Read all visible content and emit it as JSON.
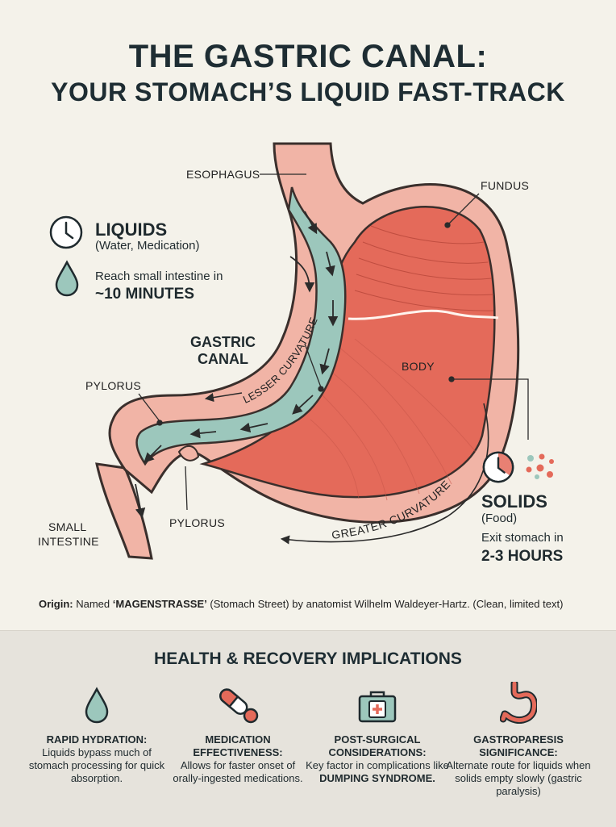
{
  "header": {
    "title_line1": "THE GASTRIC CANAL:",
    "title_line2": "YOUR STOMACH’S LIQUID FAST-TRACK"
  },
  "diagram": {
    "labels": {
      "esophagus": "ESOPHAGUS",
      "fundus": "FUNDUS",
      "body": "BODY",
      "pylorus_upper": "PYLORUS",
      "pylorus_lower": "PYLORUS",
      "small_intestine_line1": "SMALL",
      "small_intestine_line2": "INTESTINE",
      "gastric_canal_line1": "GASTRIC",
      "gastric_canal_line2": "CANAL",
      "lesser_curvature": "LESSER CURVATURE",
      "greater_curvature": "GREATER CURVATURE"
    },
    "colors": {
      "liquid_canal": "#9cc7bc",
      "stomach_body": "#e46a5a",
      "stomach_wall": "#f1b4a6",
      "outline": "#3a2f2c"
    }
  },
  "liquids": {
    "title": "LIQUIDS",
    "subtitle": "(Water, Medication)",
    "reach": "Reach small intestine in",
    "time": "~10 MINUTES",
    "icons": [
      "clock-icon",
      "water-drop-icon"
    ]
  },
  "solids": {
    "title": "SOLIDS",
    "subtitle": "(Food)",
    "exit": "Exit stomach in",
    "time": "2-3 HOURS",
    "icons": [
      "clock-icon",
      "food-particles-icon"
    ]
  },
  "origin": {
    "prefix": "Origin:",
    "text1": " Named ",
    "name": "‘MAGENSTRASSE’",
    "text2": " (Stomach Street) by anatomist Wilhelm Waldeyer-Hartz. (Clean, limited text)"
  },
  "implications": {
    "title": "HEALTH & RECOVERY IMPLICATIONS",
    "items": [
      {
        "icon": "water-drop-icon",
        "title": "RAPID HYDRATION:",
        "desc": "Liquids bypass much of stomach processing for quick absorption."
      },
      {
        "icon": "pill-icon",
        "title": "MEDICATION EFFECTIVENESS:",
        "desc": "Allows for faster onset of orally-ingested medications."
      },
      {
        "icon": "first-aid-kit-icon",
        "title": "POST-SURGICAL CONSIDERATIONS:",
        "desc": "Key factor in complications like",
        "desc_bold": "DUMPING SYNDROME."
      },
      {
        "icon": "stomach-icon",
        "title": "GASTROPARESIS SIGNIFICANCE:",
        "desc": "Alternate route for liquids when solids empty slowly (gastric paralysis)"
      }
    ]
  }
}
